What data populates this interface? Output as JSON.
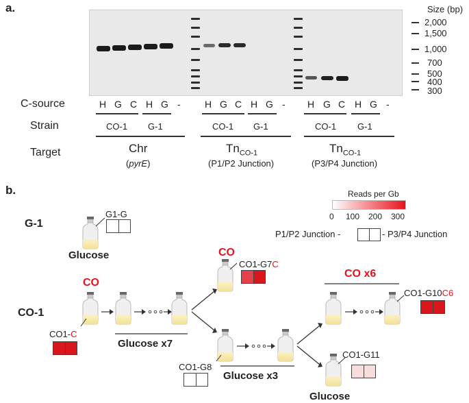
{
  "panel_a": {
    "label": "a.",
    "size_title": "Size (bp)",
    "size_markers": [
      "2,000",
      "1,500",
      "1,000",
      "700",
      "500",
      "400",
      "300"
    ],
    "row_labels": {
      "csource": "C-source",
      "strain": "Strain",
      "target": "Target"
    },
    "groups": [
      {
        "lanes": [
          "H",
          "G",
          "C",
          "H",
          "G",
          "-"
        ],
        "strain_a": "CO-1",
        "strain_b": "G-1",
        "target_main": "Chr",
        "target_sub": "",
        "target_note_open": "(",
        "target_note_em": "pyrE",
        "target_note_close": ")"
      },
      {
        "lanes": [
          "H",
          "G",
          "C",
          "H",
          "G",
          "-"
        ],
        "strain_a": "CO-1",
        "strain_b": "G-1",
        "target_main": "Tn",
        "target_sub": "CO-1",
        "target_note_open": "(P1/P2 Junction)",
        "target_note_em": "",
        "target_note_close": ""
      },
      {
        "lanes": [
          "H",
          "G",
          "C",
          "H",
          "G",
          "-"
        ],
        "strain_a": "CO-1",
        "strain_b": "G-1",
        "target_main": "Tn",
        "target_sub": "CO-1",
        "target_note_open": "(P3/P4 Junction)",
        "target_note_em": "",
        "target_note_close": ""
      }
    ]
  },
  "panel_b": {
    "label": "b.",
    "legend": {
      "title": "Reads per Gb",
      "ticks": [
        "0",
        "100",
        "200",
        "300"
      ],
      "range": [
        0,
        300
      ],
      "low_color": "#ffffff",
      "high_color": "#e8131b"
    },
    "junction_left": "P1/P2 Junction -",
    "junction_right": "- P3/P4 Junction",
    "strain_g1": "G-1",
    "strain_co1": "CO-1",
    "g1_label": "G1-G",
    "g1_caption": "Glucose",
    "co1_top_label": "CO",
    "co1_name_black": "CO1-",
    "co1_name_red": "C",
    "glucose_x7": "Glucose x7",
    "g7c_top": "CO",
    "g7c_black": "CO1-G7",
    "g7c_red": "C",
    "g8": "CO1-G8",
    "glucose_x3": "Glucose x3",
    "co_x6": "CO x6",
    "g10c6_black": "CO1-G10",
    "g10c6_red": "C6",
    "g11": "CO1-G11",
    "glucose_bottom": "Glucose",
    "colors": {
      "red": "#e8131b",
      "dark_red": "#d8161c",
      "mid_red": "#e6414a",
      "pale": "#f7dedd",
      "white": "#ffffff"
    }
  }
}
